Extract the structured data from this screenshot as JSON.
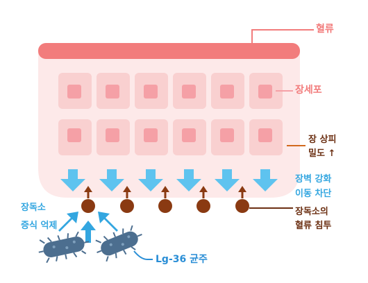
{
  "labels": {
    "blood_flow": "혈류",
    "intestinal_cell": "장세포",
    "epithelial_density_line1": "장 상피",
    "epithelial_density_line2": "밀도 ↑",
    "barrier_line1": "장벽 강화",
    "barrier_line2": "이동 차단",
    "toxin_invasion_line1": "장독소의",
    "toxin_invasion_line2": "혈류 침투",
    "toxin_inhibit_line1": "장독소",
    "toxin_inhibit_line2": "증식 억제",
    "strain": "Lg-36 균주"
  },
  "colors": {
    "blood_vessel": "#f27c7c",
    "tissue": "#fde9e9",
    "cell": "#f9d0d0",
    "nucleus": "#f5a0a6",
    "barrier_arrow": "#5ec3ef",
    "toxin": "#8a3a12",
    "bacteria": "#4c6e8f"
  }
}
